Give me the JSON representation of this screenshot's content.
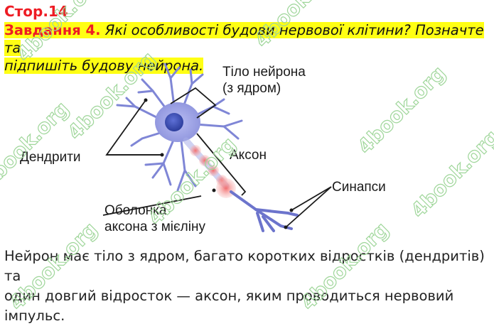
{
  "header": {
    "page_ref": "Стор.14"
  },
  "task": {
    "number": "Завдання 4.",
    "question_line1": " Які особливості будови нервової клітини? Позначте та",
    "question_line2": "підпишіть будову нейрона",
    "question_end": "."
  },
  "diagram": {
    "labels": {
      "cell_body_line1": "Тіло нейрона",
      "cell_body_line2": "(з ядром)",
      "dendrites": "Дендрити",
      "axon": "Аксон",
      "synapses": "Синапси",
      "myelin_line1": "Оболонка",
      "myelin_line2": "аксона з мієліну"
    },
    "colors": {
      "neuron": "#8f95e0",
      "nucleus": "#3d4fb8",
      "myelin_node": "#f08a8a",
      "pointer": "#1a1a1a"
    }
  },
  "answer": {
    "line1": "Нейрон має тіло з ядром, багато коротких відростків (дендритів) та",
    "line2": "один довгий відросток — аксон, яким проводиться нервовий імпульс."
  },
  "watermark": {
    "text": "4book.org",
    "color": "#9fd69a"
  }
}
